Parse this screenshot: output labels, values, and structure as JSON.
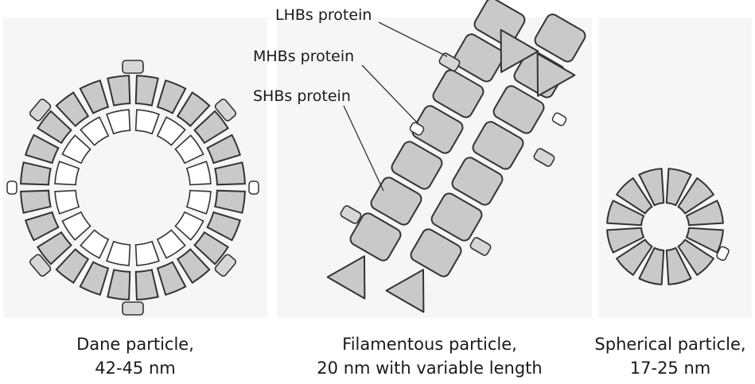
{
  "callouts": {
    "lhbs": "LHBs protein",
    "mhbs": "MHBs protein",
    "shbs": "SHBs protein"
  },
  "particles": {
    "dane": {
      "line1": "Dane particle,",
      "line2": "42-45 nm"
    },
    "filamentous": {
      "line1": "Filamentous particle,",
      "line2": "20 nm with variable length"
    },
    "spherical": {
      "line1": "Spherical particle,",
      "line2": "17-25 nm"
    }
  },
  "colors": {
    "protein_fill": "#c9c9c9",
    "outline": "#333333",
    "background": "#f6f6f6"
  }
}
